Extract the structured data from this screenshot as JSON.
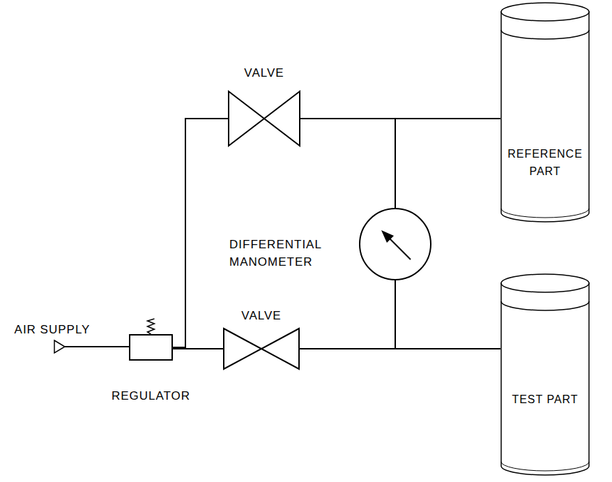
{
  "diagram": {
    "nodes": [
      {
        "text": [
          "AIR SUPPLY"
        ]
      },
      {
        "text": [
          "REGULATOR"
        ]
      },
      {
        "text": [
          "VALVE"
        ]
      },
      {
        "text": [
          "VALVE"
        ]
      },
      {
        "text": [
          "DIFFERENTIAL MANOMETER"
        ]
      },
      {
        "text": [
          "REFERENCE PART"
        ]
      },
      {
        "text": [
          "TEST PART"
        ]
      }
    ],
    "edges": [
      {
        "from": 0,
        "to": 1,
        "arrow": "none"
      },
      {
        "from": 1,
        "to": 2,
        "arrow": "none"
      },
      {
        "from": 1,
        "to": 3,
        "arrow": "none"
      },
      {
        "from": 2,
        "to": 5,
        "arrow": "none"
      },
      {
        "from": 2,
        "to": 4,
        "arrow": "none"
      },
      {
        "from": 3,
        "to": 6,
        "arrow": "none"
      },
      {
        "from": 3,
        "to": 4,
        "arrow": "none"
      }
    ]
  }
}
